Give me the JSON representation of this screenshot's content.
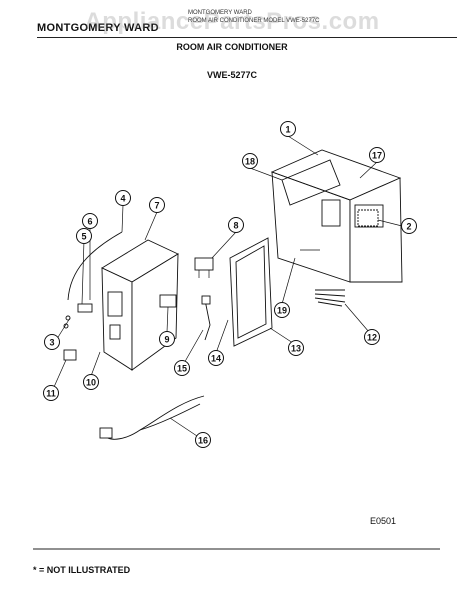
{
  "header": {
    "brand": "MONTGOMERY WARD",
    "small_line1": "MONTGOMERY WARD",
    "small_line2": "ROOM AIR CONDITIONER MODEL VWE-5277C"
  },
  "title": "ROOM AIR CONDITIONER",
  "model": "VWE-5277C",
  "watermark": "AppliancePartsPros.com",
  "diagram_code": "E0501",
  "footer_note": "* = NOT ILLUSTRATED",
  "callouts": [
    "1",
    "2",
    "3",
    "4",
    "5",
    "6",
    "7",
    "8",
    "9",
    "10",
    "11",
    "12",
    "13",
    "14",
    "15",
    "16",
    "17",
    "18",
    "19"
  ]
}
